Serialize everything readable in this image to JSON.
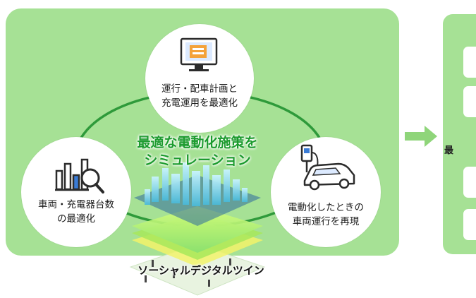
{
  "circles": {
    "top": {
      "line1": "運行・配車計画と",
      "line2": "充電運用を最適化",
      "icon": "monitor-schedule-icon"
    },
    "left": {
      "line1": "車両・充電器台数",
      "line2": "の最適化",
      "icon": "bar-chart-magnifier-icon"
    },
    "right": {
      "line1": "電動化したときの",
      "line2": "車両運行を再現",
      "icon": "ev-charging-car-icon"
    }
  },
  "center": {
    "line1": "最適な電動化施策を",
    "line2": "シミュレーション"
  },
  "twin_label": "ソーシャルデジタルツイン",
  "right_panel": {
    "partial_text": "最"
  },
  "colors": {
    "panel_green": "#a6e195",
    "ring_green": "#2e9a3a",
    "title_green": "#1c9b2e",
    "arrow_green": "#8fd57a",
    "icon_blue": "#3a7bd5"
  }
}
